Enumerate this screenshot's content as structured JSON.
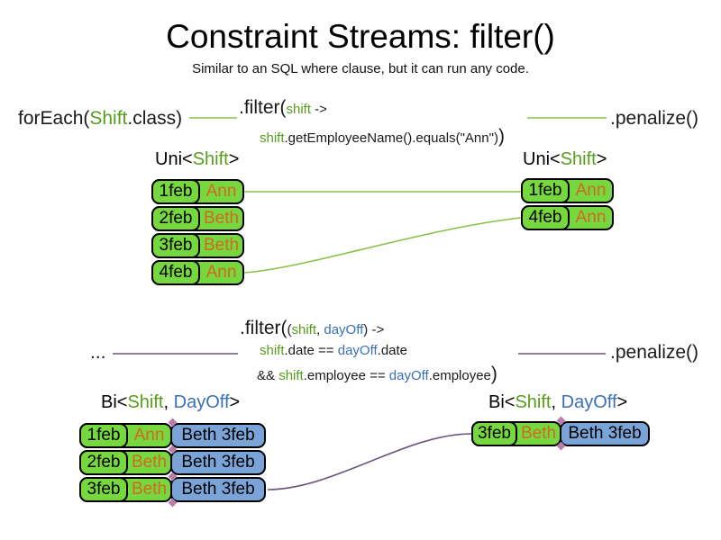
{
  "title": "Constraint Streams: filter()",
  "subtitle": "Similar to an SQL where clause, but it can run any code.",
  "colors": {
    "code_green": "#579d1c",
    "code_blue": "#3b6fba",
    "name_orange": "#d2691e",
    "box_green": "#76d73e",
    "box_blue": "#7aa4d8",
    "line_green": "#8ac04a",
    "line_purple": "#6a5680",
    "diamond_pink": "#b87daa"
  },
  "s1": {
    "foreach": [
      "forEach(",
      "Shift",
      ".class)"
    ],
    "filter_open": ".filter(",
    "filter_arg": "shift",
    "filter_arrow": " ->",
    "body_shift": "shift",
    "body_rest": ".getEmployeeName().equals(\"Ann\")",
    "close_paren": ")",
    "penalize": ".penalize()",
    "uni_label": [
      "Uni<",
      "Shift",
      ">"
    ],
    "left_rows": [
      {
        "date": "1feb",
        "name": "Ann"
      },
      {
        "date": "2feb",
        "name": "Beth"
      },
      {
        "date": "3feb",
        "name": "Beth"
      },
      {
        "date": "4feb",
        "name": "Ann"
      }
    ],
    "right_rows": [
      {
        "date": "1feb",
        "name": "Ann"
      },
      {
        "date": "4feb",
        "name": "Ann"
      }
    ]
  },
  "s2": {
    "ellipsis": "...",
    "filter_open": ".filter(",
    "args": [
      "(",
      "shift",
      ", ",
      "dayOff",
      ") ->"
    ],
    "cond1": [
      "shift",
      ".date == ",
      "dayOff",
      ".date"
    ],
    "cond2": [
      "&& ",
      "shift",
      ".employee == ",
      "dayOff",
      ".employee"
    ],
    "close_paren": ")",
    "penalize": ".penalize()",
    "bi_label": [
      "Bi<",
      "Shift",
      ", ",
      "DayOff",
      ">"
    ],
    "left_rows": [
      {
        "date": "1feb",
        "name": "Ann",
        "pair": "Beth 3feb"
      },
      {
        "date": "2feb",
        "name": "Beth",
        "pair": "Beth 3feb"
      },
      {
        "date": "3feb",
        "name": "Beth",
        "pair": "Beth 3feb"
      }
    ],
    "right_rows": [
      {
        "date": "3feb",
        "name": "Beth",
        "pair": "Beth 3feb"
      }
    ]
  }
}
